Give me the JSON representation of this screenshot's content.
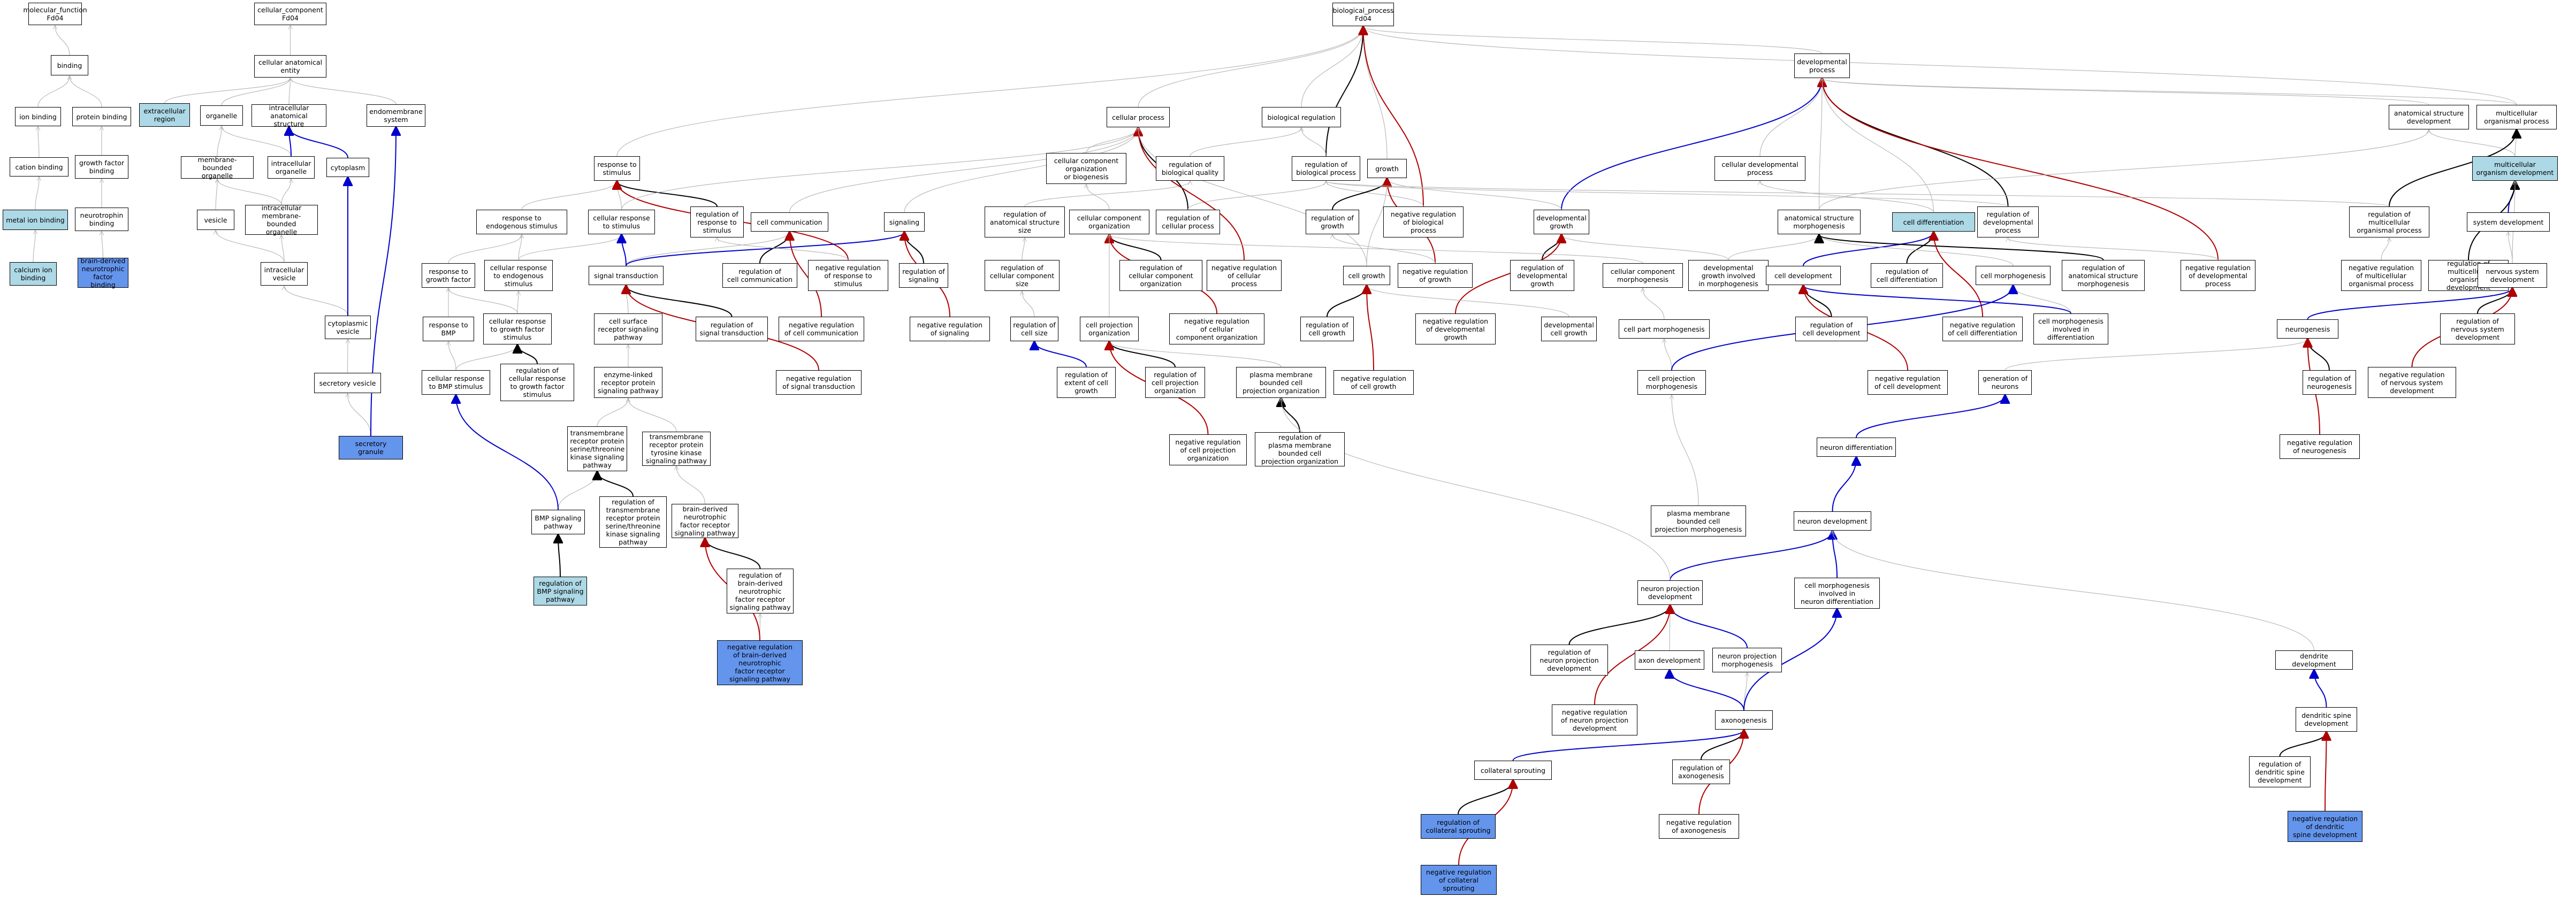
{
  "colors": {
    "light_highlight": "#add8e6",
    "strong_highlight": "#6495ed",
    "edge_gray": "#b4b4b4",
    "edge_black": "#000000",
    "edge_blue": "#0000cc",
    "edge_red": "#b00000"
  },
  "nodes": {
    "n_mf": "molecular_function\nFd04",
    "n_binding": "binding",
    "n_ionbind": "ion binding",
    "n_protbind": "protein binding",
    "n_cationbind": "cation binding",
    "n_gfbind": "growth factor\nbinding",
    "n_metalbind": "metal ion binding",
    "n_ntbind": "neurotrophin\nbinding",
    "n_caion": "calcium ion\nbinding",
    "n_bdnfbind": "brain-derived\nneurotrophic\nfactor binding",
    "n_cc": "cellular_component\nFd04",
    "n_cae": "cellular anatomical\nentity",
    "n_extra": "extracellular\nregion",
    "n_organelle": "organelle",
    "n_ias": "intracellular\nanatomical structure",
    "n_endomem": "endomembrane\nsystem",
    "n_mbo": "membrane-bounded\norganelle",
    "n_intorg": "intracellular\norganelle",
    "n_cytoplasm": "cytoplasm",
    "n_vesicle": "vesicle",
    "n_imbo": "intracellular\nmembrane-bounded\norganelle",
    "n_intves": "intracellular\nvesicle",
    "n_cytoves": "cytoplasmic\nvesicle",
    "n_secves": "secretory vesicle",
    "n_secgran": "secretory granule",
    "n_bp": "biological_process\nFd04",
    "n_devproc": "developmental\nprocess",
    "n_cellproc": "cellular process",
    "n_bioreg": "biological regulation",
    "n_asd": "anatomical structure\ndevelopment",
    "n_multi": "multicellular\norganismal process",
    "n_resp": "response to\nstimulus",
    "n_ccob": "cellular component\norganization\nor biogenesis",
    "n_regbq": "regulation of\nbiological quality",
    "n_regbp": "regulation of\nbiological process",
    "n_growth": "growth",
    "n_celldevproc": "cellular developmental\nprocess",
    "n_mod": "multicellular\norganism development",
    "n_respend": "response to\nendogenous stimulus",
    "n_cellresp": "cellular response\nto stimulus",
    "n_regresp": "regulation of\nresponse to\nstimulus",
    "n_cellcomm": "cell communication",
    "n_signaling": "signaling",
    "n_regass": "regulation of\nanatomical structure\nsize",
    "n_cco": "cellular component\norganization",
    "n_regcp": "regulation of\ncellular process",
    "n_negregbp": "negative regulation\nof biological\nprocess",
    "n_devgrowth": "developmental\ngrowth",
    "n_asm": "anatomical structure\nmorphogenesis",
    "n_celldiff": "cell differentiation",
    "n_regdevproc": "regulation of\ndevelopmental\nprocess",
    "n_regmop": "regulation of\nmulticellular\norganismal process",
    "n_sysdev": "system development",
    "n_respgf": "response to\ngrowth factor",
    "n_crend": "cellular response\nto endogenous\nstimulus",
    "n_sigtrans": "signal transduction",
    "n_regcellcomm": "regulation of\ncell communication",
    "n_negregresp": "negative regulation\nof response to\nstimulus",
    "n_regsignaling": "regulation of\nsignaling",
    "n_regccs": "regulation of\ncellular component\nsize",
    "n_regcco": "regulation of\ncellular component\norganization",
    "n_negregcp": "negative regulation\nof cellular\nprocess",
    "n_cellgrowth": "cell growth",
    "n_reggrowth": "regulation of\ngrowth",
    "n_negreggrowth": "negative regulation\nof growth",
    "n_regdevgrowth": "regulation of\ndevelopmental\ngrowth",
    "n_ccm": "cellular component\nmorphogenesis",
    "n_dgim": "developmental\ngrowth involved\nin morphogenesis",
    "n_celldev": "cell development",
    "n_regcelldiff": "regulation of\ncell differentiation",
    "n_cellmorph": "cell morphogenesis",
    "n_regasm": "regulation of\nanatomical structure\nmorphogenesis",
    "n_negregdevproc": "negative regulation\nof developmental\nprocess",
    "n_negregmop": "negative regulation\nof multicellular\norganismal process",
    "n_regmod": "regulation of\nmulticellular\norganismal development",
    "n_nsd": "nervous system\ndevelopment",
    "n_resbmp": "response to\nBMP",
    "n_crgf": "cellular response\nto growth factor\nstimulus",
    "n_csrsp": "cell surface\nreceptor signaling\npathway",
    "n_regsigtrans": "regulation of\nsignal transduction",
    "n_negregcellcomm": "negative regulation\nof cell communication",
    "n_negregsignaling": "negative regulation\nof signaling",
    "n_regcellsize": "regulation of\ncell size",
    "n_negregcco": "negative regulation\nof cellular\ncomponent organization",
    "n_regcellgrowth": "regulation of\ncell growth",
    "n_negregdevgrowth": "negative regulation\nof developmental\ngrowth",
    "n_devcellgrowth": "developmental\ncell growth",
    "n_cpm": "cell part morphogenesis",
    "n_regcelldev": "regulation of\ncell development",
    "n_negregcelldiff": "negative regulation\nof cell differentiation",
    "n_cmid": "cell morphogenesis\ninvolved in\ndifferentiation",
    "n_neurogenesis": "neurogenesis",
    "n_regnsd": "regulation of\nnervous system\ndevelopment",
    "n_crbmp": "cellular response\nto BMP stimulus",
    "n_regcrgf": "regulation of\ncellular response\nto growth factor\nstimulus",
    "n_elrsp": "enzyme-linked\nreceptor protein\nsignaling pathway",
    "n_negregsigtrans": "negative regulation\nof signal transduction",
    "n_cpo": "cell projection\norganization",
    "n_regextcellgrowth": "regulation of\nextent of cell\ngrowth",
    "n_regcpo": "regulation of\ncell projection\norganization",
    "n_pmbcpo": "plasma membrane\nbounded cell\nprojection organization",
    "n_negregcellgrowth": "negative regulation\nof cell growth",
    "n_cpmorph": "cell projection\nmorphogenesis",
    "n_negregcelldev": "negative regulation\nof cell development",
    "n_genneurons": "generation of\nneurons",
    "n_regneurogenesis": "regulation of\nneurogenesis",
    "n_negregnsd": "negative regulation\nof nervous system\ndevelopment",
    "n_tmrsp_st": "transmembrane\nreceptor protein\nserine/threonine\nkinase signaling\npathway",
    "n_tmrtk": "transmembrane\nreceptor protein\ntyrosine kinase\nsignaling pathway",
    "n_negregcpo": "negative regulation\nof cell projection\norganization",
    "n_regpmbcpo": "regulation of\nplasma membrane\nbounded cell\nprojection organization",
    "n_negregneurogenesis": "negative regulation\nof neurogenesis",
    "n_neurondiff": "neuron differentiation",
    "n_bmpsp": "BMP signaling\npathway",
    "n_regtmrsp": "regulation of\ntransmembrane\nreceptor protein\nserine/threonine\nkinase signaling\npathway",
    "n_bdnfsp": "brain-derived\nneurotrophic\nfactor receptor\nsignaling pathway",
    "n_pmbcpm": "plasma membrane\nbounded cell\nprojection morphogenesis",
    "n_neurondev": "neuron development",
    "n_regbmp": "regulation of\nBMP signaling\npathway",
    "n_regbdnf": "regulation of\nbrain-derived\nneurotrophic\nfactor receptor\nsignaling pathway",
    "n_npd": "neuron projection\ndevelopment",
    "n_cmind": "cell morphogenesis\ninvolved in\nneuron differentiation",
    "n_negregbdnf": "negative regulation\nof brain-derived\nneurotrophic\nfactor receptor\nsignaling pathway",
    "n_regnpd": "regulation of\nneuron projection\ndevelopment",
    "n_axondev": "axon development",
    "n_npm": "neuron projection\nmorphogenesis",
    "n_dendev": "dendrite development",
    "n_negregnpd": "negative regulation\nof neuron projection\ndevelopment",
    "n_axonogenesis": "axonogenesis",
    "n_dsd": "dendritic spine\ndevelopment",
    "n_collspr": "collateral sprouting",
    "n_regaxon": "regulation of\naxonogenesis",
    "n_regdsd": "regulation of\ndendritic spine\ndevelopment",
    "n_regcollspr": "regulation of\ncollateral sprouting",
    "n_negregaxon": "negative regulation\nof axonogenesis",
    "n_negregdsd": "negative regulation\nof dendritic\nspine development",
    "n_negregcollspr": "negative regulation\nof collateral\nsprouting"
  }
}
